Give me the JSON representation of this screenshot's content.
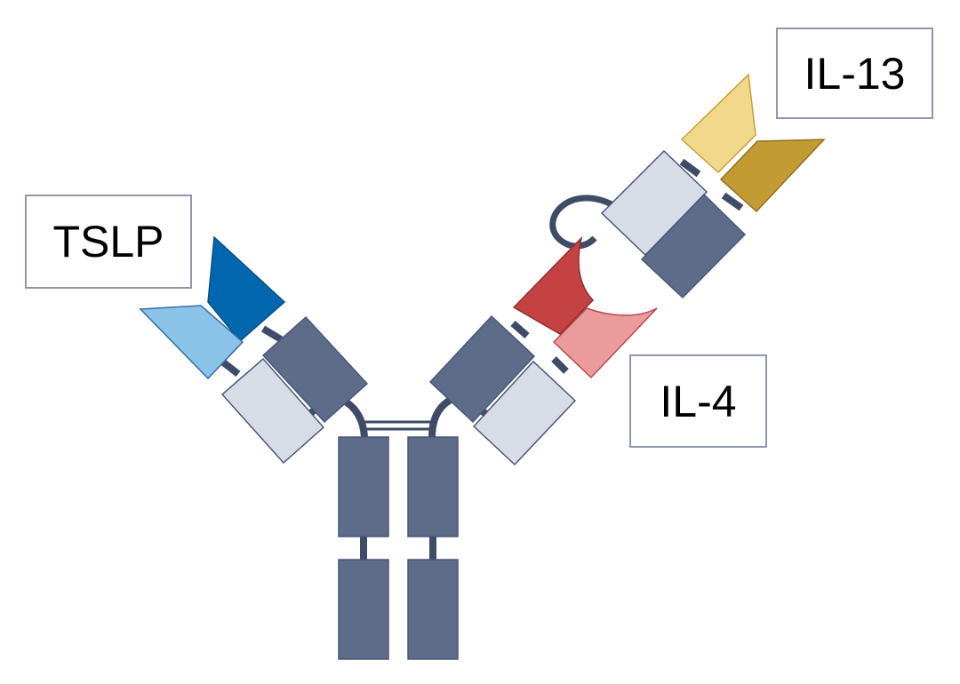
{
  "labels": {
    "tslp": "TSLP",
    "il13": "IL-13",
    "il4": "IL-4"
  },
  "colors": {
    "heavy_chain_dark": "#5d6c89",
    "light_chain_pale": "#d8dce6",
    "outline": "#4a5878",
    "linker": "#3e4c68",
    "tslp_dark": "#0067ae",
    "tslp_light": "#8cc3e8",
    "il13_light": "#f2d88a",
    "il13_dark": "#c39b33",
    "il4_dark": "#c54243",
    "il4_light": "#eb9b9c",
    "label_border": "#8e96b0"
  }
}
